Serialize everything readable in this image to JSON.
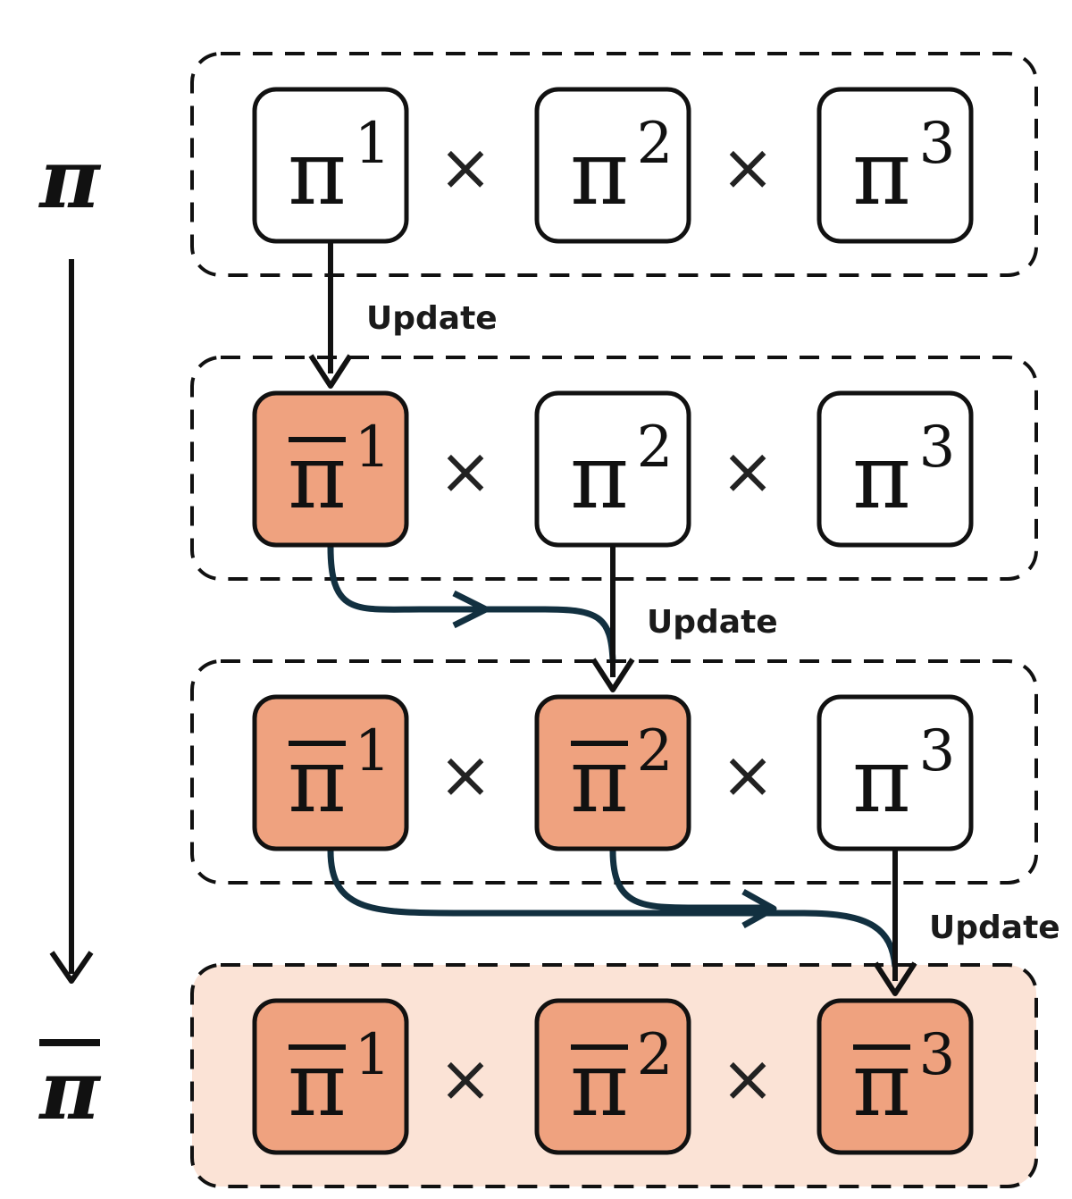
{
  "diagram": {
    "start_label": "π",
    "end_label": "π̄",
    "update_label": "Update",
    "operator": "×",
    "colors": {
      "updated_fill": "#efa27f",
      "final_row_fill": "#fbe3d6",
      "stroke": "#111111",
      "flow_arrow": "#123040"
    },
    "rows": [
      {
        "boxes": [
          {
            "symbol": "π",
            "superscript": "1",
            "updated": false
          },
          {
            "symbol": "π",
            "superscript": "2",
            "updated": false
          },
          {
            "symbol": "π",
            "superscript": "3",
            "updated": false
          }
        ]
      },
      {
        "boxes": [
          {
            "symbol": "π",
            "superscript": "1",
            "updated": true
          },
          {
            "symbol": "π",
            "superscript": "2",
            "updated": false
          },
          {
            "symbol": "π",
            "superscript": "3",
            "updated": false
          }
        ]
      },
      {
        "boxes": [
          {
            "symbol": "π",
            "superscript": "1",
            "updated": true
          },
          {
            "symbol": "π",
            "superscript": "2",
            "updated": true
          },
          {
            "symbol": "π",
            "superscript": "3",
            "updated": false
          }
        ]
      },
      {
        "boxes": [
          {
            "symbol": "π",
            "superscript": "1",
            "updated": true
          },
          {
            "symbol": "π",
            "superscript": "2",
            "updated": true
          },
          {
            "symbol": "π",
            "superscript": "3",
            "updated": true
          }
        ]
      }
    ]
  }
}
